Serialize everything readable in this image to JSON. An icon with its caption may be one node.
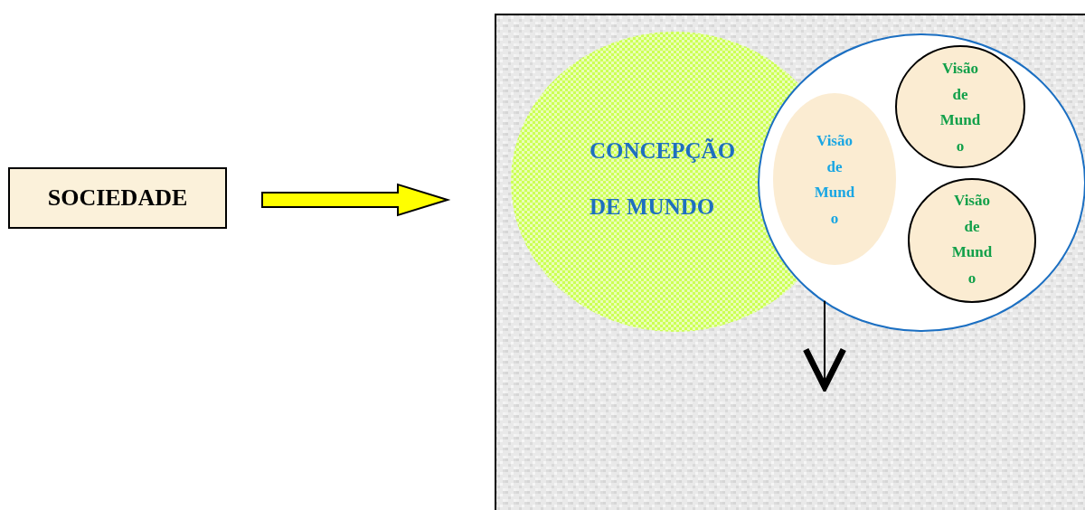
{
  "diagram": {
    "nodes": [
      {
        "text": [
          "SOCIEDADE"
        ]
      },
      {
        "text": [],
        "shape": "box"
      },
      {
        "text": [
          "CONCEPÇÃO DE MUNDO"
        ],
        "in": 1
      },
      {
        "text": [],
        "shape": "circle",
        "in": 1
      },
      {
        "text": [
          "Visão de Mundo"
        ],
        "in": 3
      },
      {
        "text": [
          "Visão de Mundo"
        ],
        "in": 3
      },
      {
        "text": [
          "Visão de Mundo"
        ],
        "in": 3
      }
    ],
    "edges": [
      {
        "from": 0,
        "to": 1,
        "arrow": "to",
        "style": "thick",
        "color": "#ffff00"
      },
      {
        "from": 3,
        "to": null,
        "arrow": "to"
      }
    ]
  }
}
